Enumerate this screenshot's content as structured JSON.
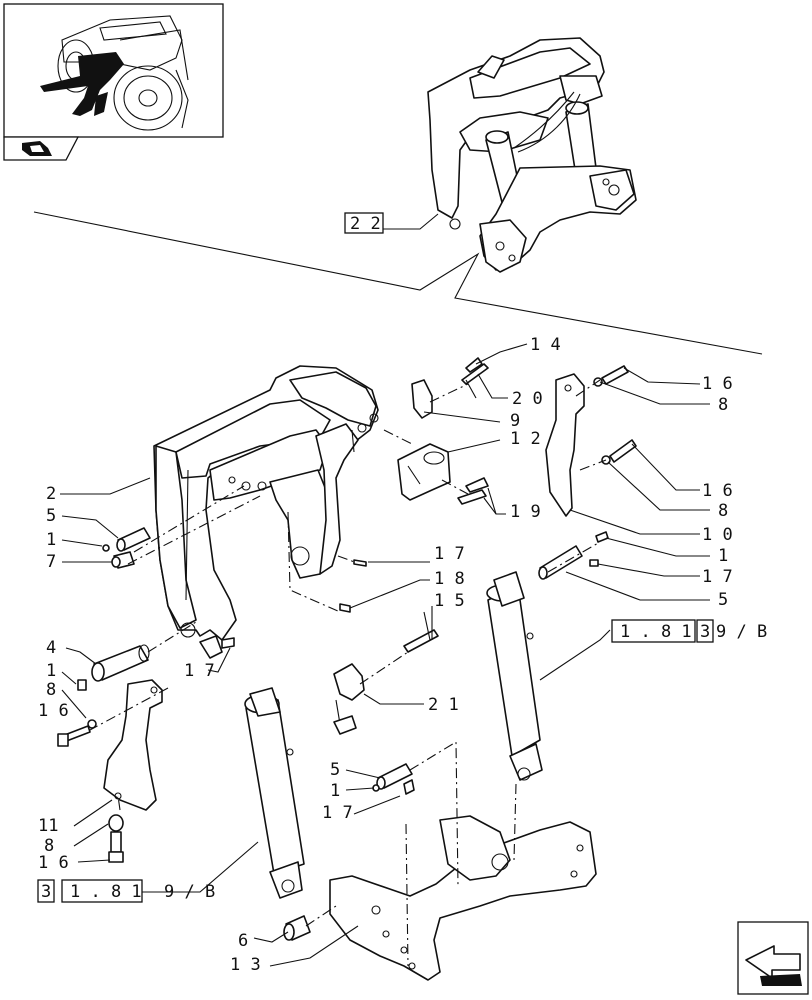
{
  "labels": {
    "l22": "2 2",
    "l14": "1 4",
    "l20": "2 0",
    "l9a": "9",
    "l12": "1 2",
    "l19": "1 9",
    "l16a": "1 6",
    "l8a": "8",
    "l16b": "1 6",
    "l8b": "8",
    "l10": "1 0",
    "l1a": "1",
    "l17a": "1 7",
    "l5a": "5",
    "l2": "2",
    "l5b": "5",
    "l1b": "1",
    "l7": "7",
    "l17b": "1 7",
    "l18": "1 8",
    "l15": "1 5",
    "l4": "4",
    "l1c": "1",
    "l17c": "1 7",
    "l8c": "8",
    "l16c": "1 6",
    "l21": "2 1",
    "l11": "11",
    "l8d": "8",
    "l16d": "1 6",
    "l5c": "5",
    "l1d": "1",
    "l17d": "1 7",
    "l6": "6",
    "l13": "1 3"
  },
  "refs": {
    "right_box": "1 . 8 1",
    "right_num": "3",
    "right_suffix": "9 / B",
    "left_num": "3",
    "left_box": "1 . 8 1",
    "left_suffix": "9 / B"
  },
  "icons": {
    "thumbnail": "tractor-location-thumbnail",
    "section": "hitch-section-icon",
    "nav": "next-page-arrow-icon"
  }
}
